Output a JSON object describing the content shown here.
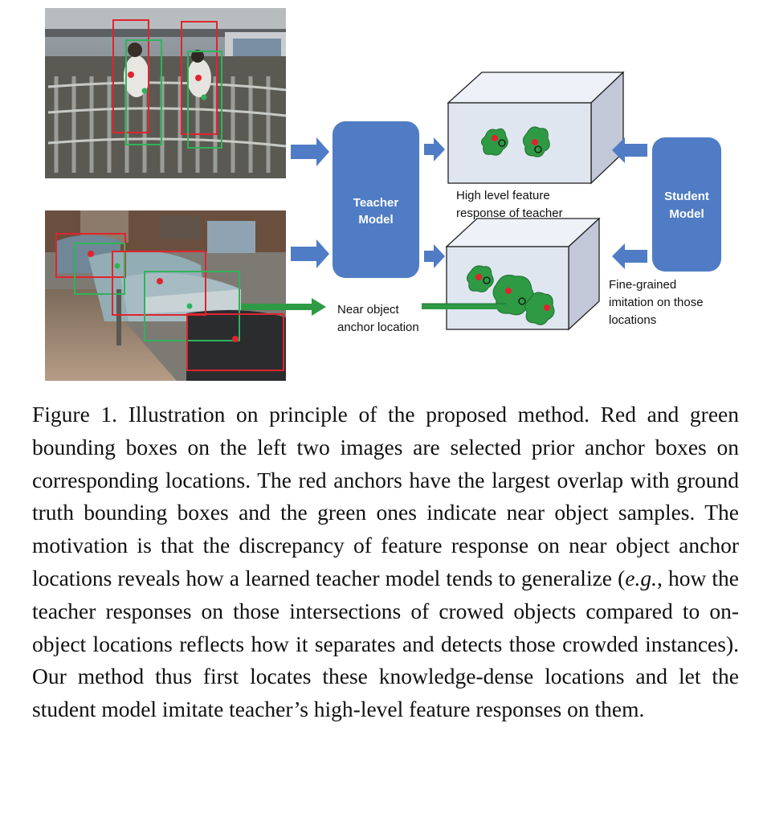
{
  "figure": {
    "teacher_model": {
      "line1": "Teacher",
      "line2": "Model"
    },
    "student_model": {
      "line1": "Student",
      "line2": "Model"
    },
    "feature_label": {
      "line1": "High level feature",
      "line2": "response of teacher"
    },
    "near_object_label": {
      "line1": "Near object",
      "line2": "anchor location"
    },
    "imitation_label": {
      "line1": "Fine-grained",
      "line2": "imitation on those",
      "line3": "locations"
    },
    "colors": {
      "model_fill": "#4f7cc4",
      "arrow_fill": "#4f7cc4",
      "box_front": "#dfe6f0",
      "box_top": "#eef2f8",
      "box_side": "#c2c8d8",
      "blob": "#2e9a44",
      "blob_dark": "#1f6e2f",
      "red_anchor": "#e0242e",
      "green_anchor": "#2fb35a"
    }
  },
  "caption": {
    "label": "Figure 1.",
    "text_a": " Illustration on principle of the proposed method. Red and green bounding boxes on the left two images are selected prior anchor boxes on corresponding locations. The red anchors have the largest overlap with ground truth bounding boxes and the green ones indicate near object samples. The motivation is that the discrepancy of feature response on near object anchor locations reveals how a learned teacher model tends to generalize (",
    "text_eg": "e.g.",
    "text_b": ", how the teacher responses on those intersections of crowed objects compared to on-object locations reflects how it separates and detects those crowded instances). Our method thus first locates these knowledge-dense locations and let the student model imitate teacher’s high-level feature responses on them."
  }
}
